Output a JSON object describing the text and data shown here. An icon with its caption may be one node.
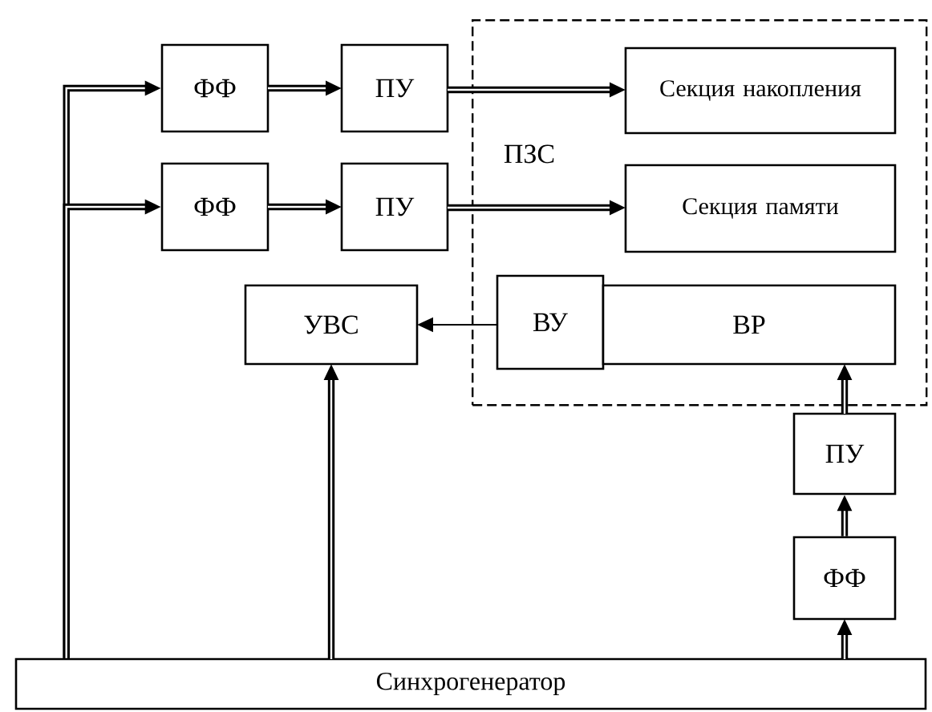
{
  "diagram": {
    "nodes": [
      {
        "text": [
          "ПЗС"
        ]
      },
      {
        "text": [
          "ФФ"
        ]
      },
      {
        "text": [
          "ПУ"
        ]
      },
      {
        "text": [
          "Секция накопления"
        ],
        "in": 0
      },
      {
        "text": [
          "ФФ"
        ]
      },
      {
        "text": [
          "ПУ"
        ]
      },
      {
        "text": [
          "Секция памяти"
        ],
        "in": 0
      },
      {
        "text": [
          "УВС"
        ]
      },
      {
        "text": [
          "ВУ"
        ],
        "in": 0
      },
      {
        "text": [
          "ВР"
        ],
        "in": 0
      },
      {
        "text": [
          "ПУ"
        ]
      },
      {
        "text": [
          "ФФ"
        ]
      },
      {
        "text": [
          "Синхрогенератор"
        ]
      }
    ],
    "edges": [
      {
        "from": 12,
        "to": 1,
        "arrow": "to"
      },
      {
        "from": 12,
        "to": 4,
        "arrow": "to"
      },
      {
        "from": 1,
        "to": 2,
        "arrow": "to"
      },
      {
        "from": 2,
        "to": 3,
        "arrow": "to"
      },
      {
        "from": 4,
        "to": 5,
        "arrow": "to"
      },
      {
        "from": 5,
        "to": 6,
        "arrow": "to"
      },
      {
        "from": 8,
        "to": 7,
        "arrow": "to"
      },
      {
        "from": 12,
        "to": 7,
        "arrow": "to"
      },
      {
        "from": 12,
        "to": 11,
        "arrow": "to"
      },
      {
        "from": 11,
        "to": 10,
        "arrow": "to"
      },
      {
        "from": 10,
        "to": 9,
        "arrow": "to"
      }
    ]
  }
}
